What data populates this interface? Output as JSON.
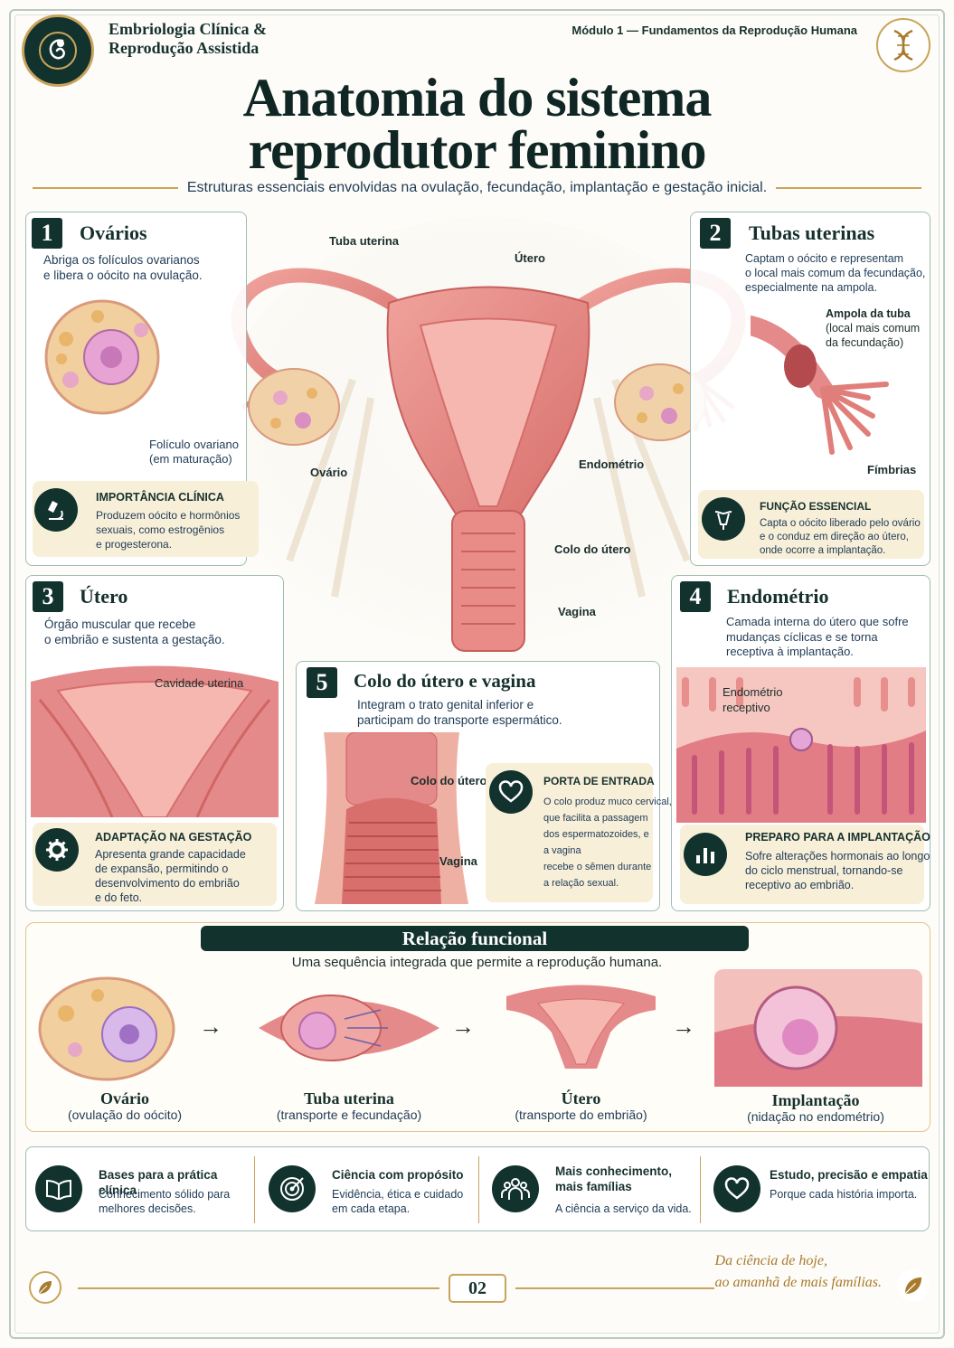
{
  "header": {
    "brand_line1": "Embriologia Clínica &",
    "brand_line2": "Reprodução Assistida",
    "module": "Módulo 1 — Fundamentos da Reprodução Humana",
    "title_line1": "Anatomia do sistema",
    "title_line2": "reprodutor feminino",
    "subtitle": "Estruturas essenciais envolvidas na ovulação, fecundação, implantação e gestação inicial."
  },
  "diagram_labels": {
    "tuba": "Tuba uterina",
    "utero": "Útero",
    "ovario": "Ovário",
    "endometrio": "Endométrio",
    "colo": "Colo do útero",
    "vagina": "Vagina"
  },
  "panel1": {
    "num": "1",
    "title": "Ovários",
    "desc1": "Abriga os folículos ovarianos",
    "desc2": "e libera o oócito na ovulação.",
    "label1": "Folículo ovariano",
    "label2": "(em maturação)",
    "callout_title": "IMPORTÂNCIA CLÍNICA",
    "callout_l1": "Produzem oócito e hormônios",
    "callout_l2": "sexuais, como estrogênios",
    "callout_l3": "e progesterona."
  },
  "panel2": {
    "num": "2",
    "title": "Tubas uterinas",
    "desc1": "Captam o oócito e representam",
    "desc2": "o local mais comum da fecundação,",
    "desc3": "especialmente na ampola.",
    "ampola1": "Ampola da tuba",
    "ampola2": "(local mais comum",
    "ampola3": "da fecundação)",
    "fimbrias": "Fímbrias",
    "callout_title": "FUNÇÃO ESSENCIAL",
    "callout_l1": "Capta o oócito liberado pelo ovário",
    "callout_l2": "e o conduz em direção ao útero,",
    "callout_l3": "onde ocorre a implantação."
  },
  "panel3": {
    "num": "3",
    "title": "Útero",
    "desc1": "Órgão muscular que recebe",
    "desc2": "o embrião e sustenta a gestação.",
    "label": "Cavidade uterina",
    "callout_title": "ADAPTAÇÃO NA GESTAÇÃO",
    "callout_l1": "Apresenta grande capacidade",
    "callout_l2": "de expansão, permitindo o",
    "callout_l3": "desenvolvimento do embrião",
    "callout_l4": "e do feto."
  },
  "panel4": {
    "num": "4",
    "title": "Endométrio",
    "desc1": "Camada interna do útero que sofre",
    "desc2": "mudanças cíclicas e se torna",
    "desc3": "receptiva à implantação.",
    "label1": "Endométrio",
    "label2": "receptivo",
    "callout_title": "PREPARO PARA A IMPLANTAÇÃO",
    "callout_l1": "Sofre alterações hormonais ao longo",
    "callout_l2": "do ciclo menstrual, tornando-se",
    "callout_l3": "receptivo ao embrião."
  },
  "panel5": {
    "num": "5",
    "title": "Colo do útero e vagina",
    "desc1": "Integram o trato genital inferior e",
    "desc2": "participam do transporte espermático.",
    "label_colo": "Colo do útero",
    "label_vagina": "Vagina",
    "callout_title": "PORTA DE ENTRADA",
    "callout_l1": "O colo produz muco cervical,",
    "callout_l2": "que facilita a passagem",
    "callout_l3": "dos espermatozoides, e",
    "callout_l4": "a vagina",
    "callout_l5": "recebe o sêmen durante",
    "callout_l6": "a relação sexual."
  },
  "flow": {
    "title": "Relação funcional",
    "subtitle": "Uma sequência integrada que permite a reprodução humana.",
    "steps": [
      {
        "name": "Ovário",
        "sub": "(ovulação do oócito)"
      },
      {
        "name": "Tuba uterina",
        "sub": "(transporte e fecundação)"
      },
      {
        "name": "Útero",
        "sub": "(transporte do embrião)"
      },
      {
        "name": "Implantação",
        "sub": "(nidação no endométrio)"
      }
    ]
  },
  "bottom": [
    {
      "title": "Bases para a prática clínica",
      "l1": "Conhecimento sólido para",
      "l2": "melhores decisões.",
      "icon": "book-icon"
    },
    {
      "title": "Ciência com propósito",
      "l1": "Evidência, ética e cuidado",
      "l2": "em cada etapa.",
      "icon": "target-icon"
    },
    {
      "title": "Mais conhecimento,",
      "title2": "mais famílias",
      "l1": "A ciência a serviço da vida.",
      "icon": "family-icon"
    },
    {
      "title": "Estudo, precisão e empatia",
      "l1": "Porque cada história importa.",
      "icon": "heart-icon"
    }
  ],
  "footer": {
    "page": "02",
    "quote1": "Da ciência de hoje,",
    "quote2": "ao amanhã de mais famílias."
  },
  "colors": {
    "dark_teal": "#12322e",
    "gold": "#c9a45c",
    "tissue_pink": "#e58a8a",
    "cream": "#f8efd9"
  }
}
